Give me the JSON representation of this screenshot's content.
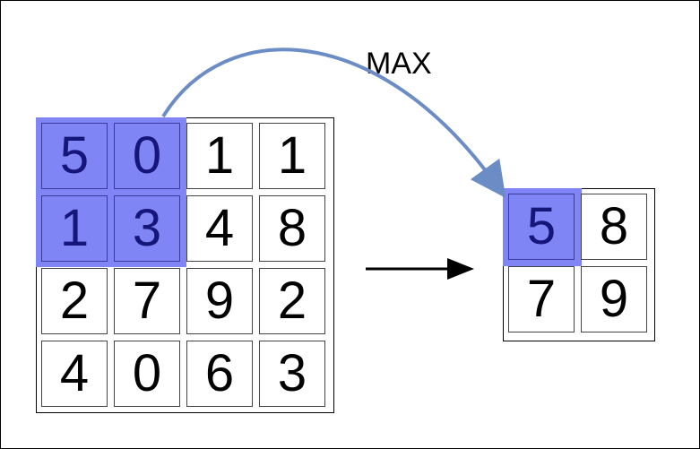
{
  "operation_label": "MAX",
  "input_grid": [
    [
      "5",
      "0",
      "1",
      "1"
    ],
    [
      "1",
      "3",
      "4",
      "8"
    ],
    [
      "2",
      "7",
      "9",
      "2"
    ],
    [
      "4",
      "0",
      "6",
      "3"
    ]
  ],
  "output_grid": [
    [
      "5",
      "8"
    ],
    [
      "7",
      "9"
    ]
  ],
  "highlight_color": "#7f85f4",
  "highlight_text_color": "#16167a",
  "curve_arrow_color": "#6b8cc4"
}
